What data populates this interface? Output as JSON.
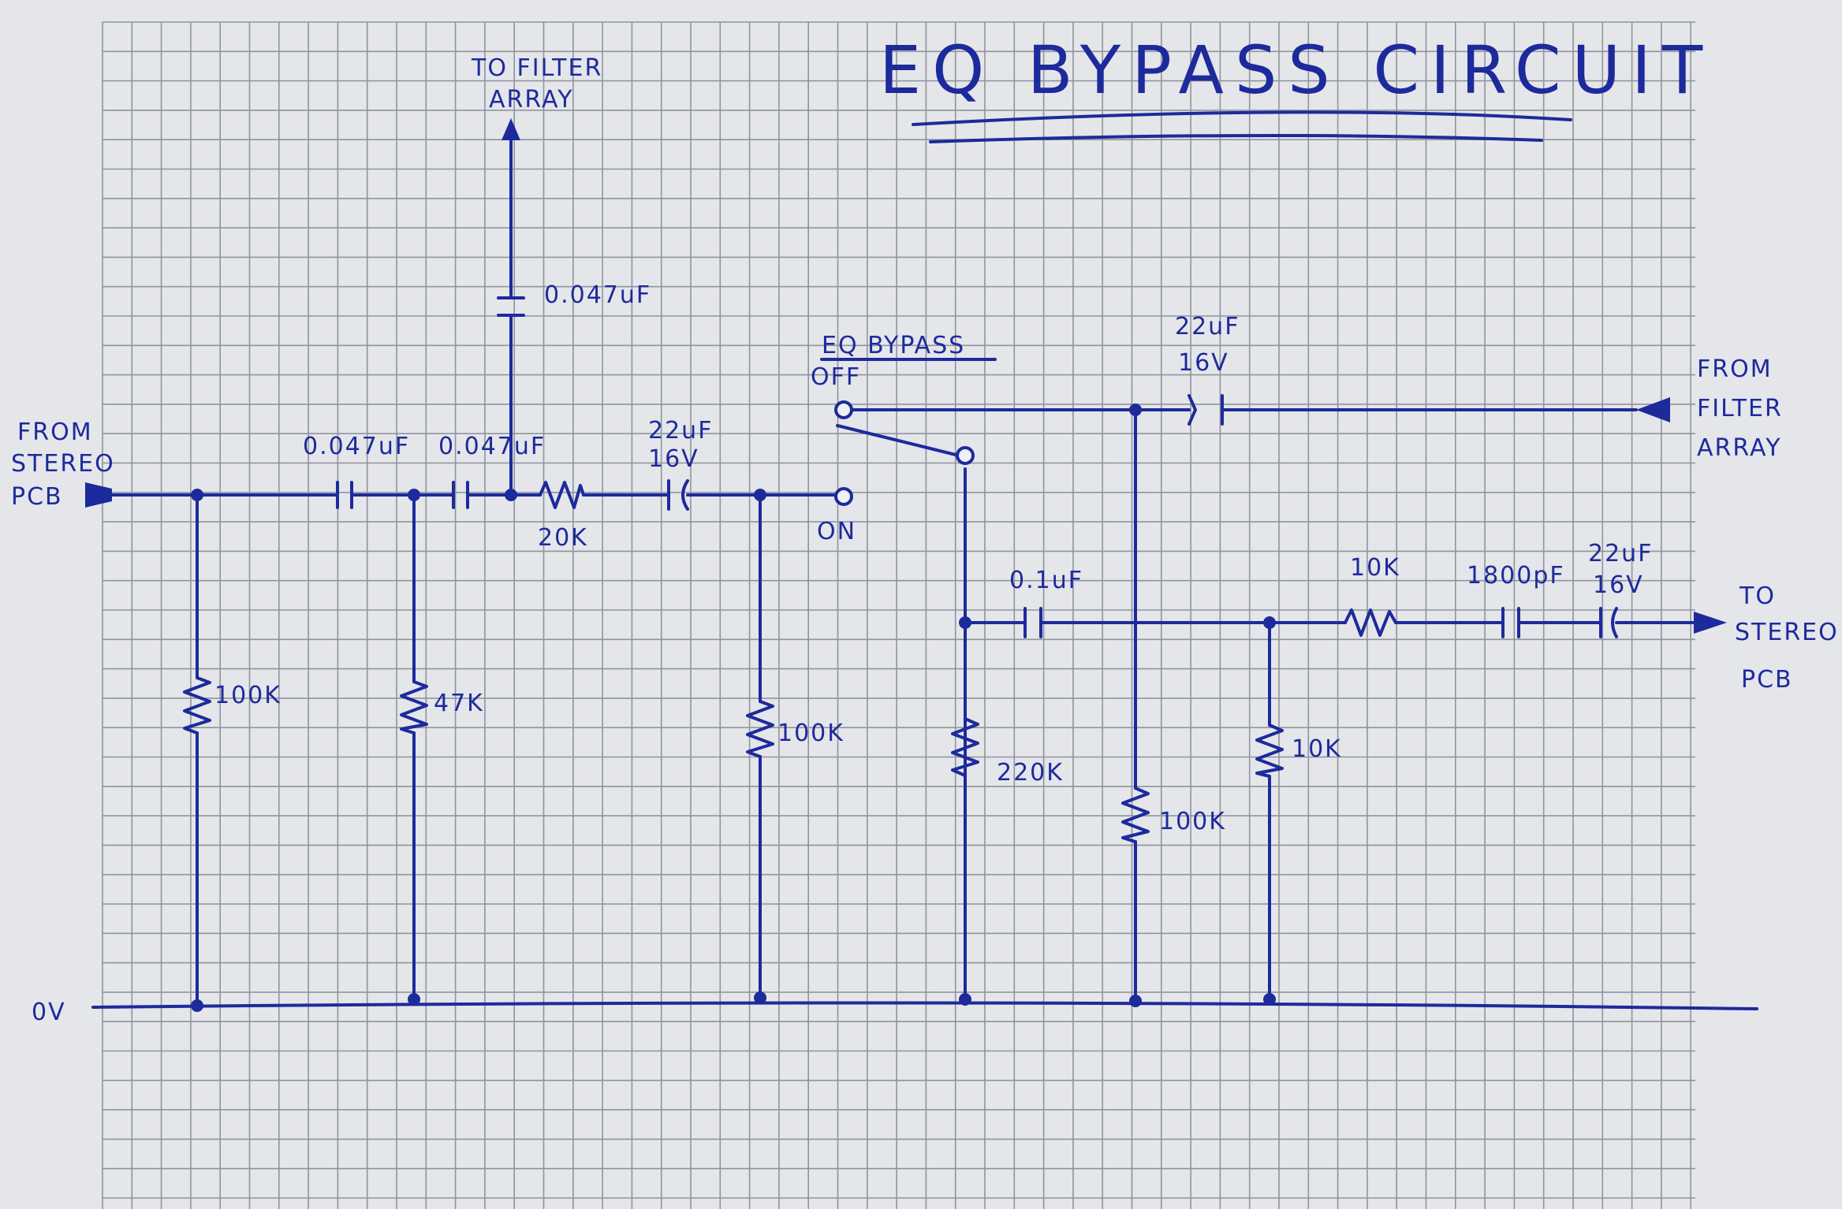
{
  "title": "EQ BYPASS CIRCUIT",
  "labels": {
    "from_stereo_pcb": [
      "FROM",
      "STEREO",
      "PCB"
    ],
    "to_filter_array": [
      "TO FILTER",
      "ARRAY"
    ],
    "from_filter_array": [
      "FROM",
      "FILTER",
      "ARRAY"
    ],
    "to_stereo_pcb": [
      "TO",
      "STEREO",
      "PCB"
    ],
    "ground": "0V",
    "switch_title": "EQ BYPASS",
    "switch_off": "OFF",
    "switch_on": "ON"
  },
  "components": {
    "c_series_1": "0.047uF",
    "c_series_2": "0.047uF",
    "c_filter_feed": "0.047uF",
    "r_series_20k": "20K",
    "c_input_22": [
      "22uF",
      "16V"
    ],
    "c_return_22": [
      "22uF",
      "16V"
    ],
    "c_switch_out": "0.1uF",
    "r_series_10k": "10K",
    "c_1800": "1800pF",
    "c_output_22": [
      "22uF",
      "16V"
    ],
    "r_shunt_1": "100K",
    "r_shunt_2": "47K",
    "r_shunt_3": "100K",
    "r_shunt_4": "220K",
    "r_shunt_5": "100K",
    "r_shunt_6": "10K"
  },
  "colors": {
    "ink": "#1d2a9c",
    "paper": "#e4e6ea",
    "grid": "#8f949c"
  }
}
